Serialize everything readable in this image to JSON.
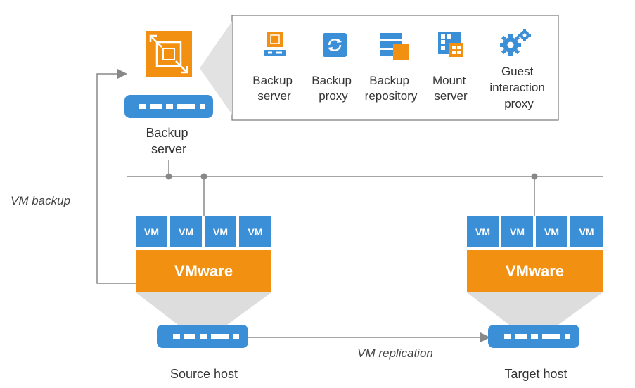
{
  "legend": {
    "items": [
      {
        "lines": [
          "Backup",
          "server"
        ],
        "icon": "backup-server-icon"
      },
      {
        "lines": [
          "Backup",
          "proxy"
        ],
        "icon": "backup-proxy-icon"
      },
      {
        "lines": [
          "Backup",
          "repository"
        ],
        "icon": "backup-repository-icon"
      },
      {
        "lines": [
          "Mount",
          "server"
        ],
        "icon": "mount-server-icon"
      },
      {
        "lines": [
          "Guest",
          "interaction",
          "proxy"
        ],
        "icon": "gears-icon"
      }
    ]
  },
  "backup_server": {
    "label": [
      "Backup",
      "server"
    ]
  },
  "flows": {
    "vm_backup": "VM backup",
    "vm_replication": "VM replication"
  },
  "source_host": {
    "vms": [
      "VM",
      "VM",
      "VM",
      "VM"
    ],
    "platform": "VMware",
    "label": "Source host"
  },
  "target_host": {
    "vms": [
      "VM",
      "VM",
      "VM",
      "VM"
    ],
    "platform": "VMware",
    "label": "Target host"
  },
  "colors": {
    "orange": "#f29111",
    "blue": "#3a8fd6",
    "line": "#888888",
    "funnel": "#dddddd"
  }
}
